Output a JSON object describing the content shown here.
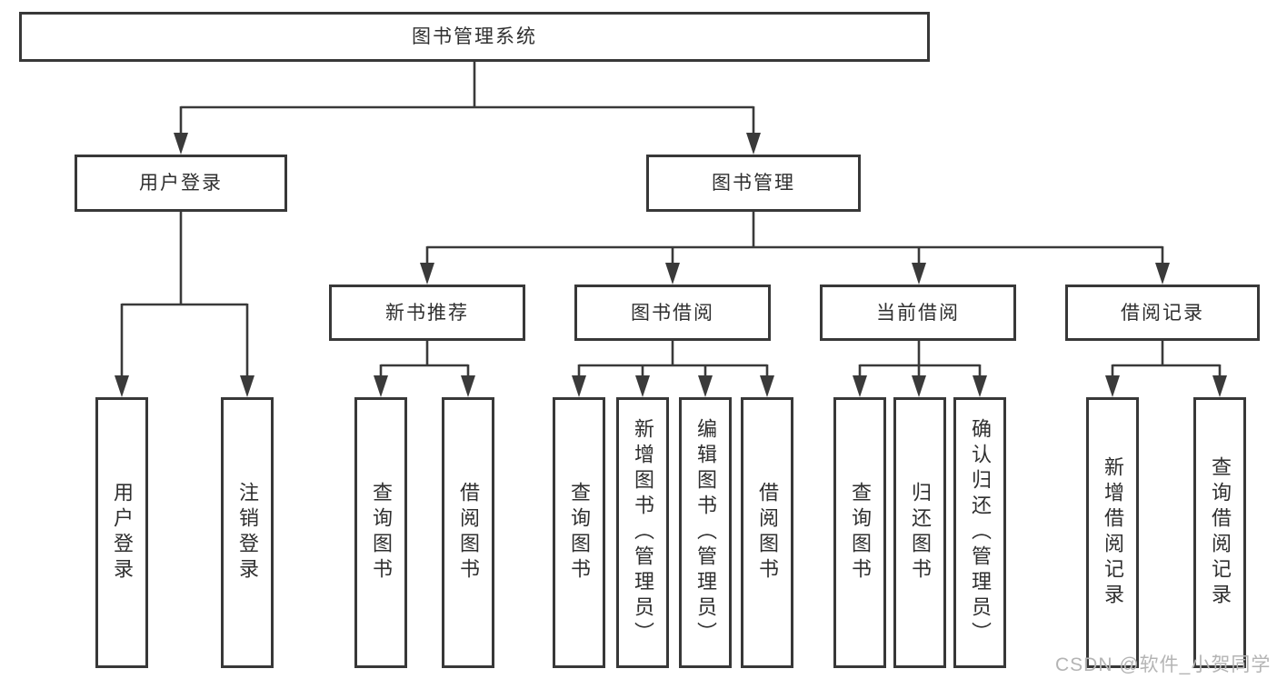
{
  "tree": {
    "label": "图书管理系统",
    "children": [
      {
        "label": "用户登录",
        "children": [
          {
            "label": "用户登录"
          },
          {
            "label": "注销登录"
          }
        ]
      },
      {
        "label": "图书管理",
        "children": [
          {
            "label": "新书推荐",
            "children": [
              {
                "label": "查询图书"
              },
              {
                "label": "借阅图书"
              }
            ]
          },
          {
            "label": "图书借阅",
            "children": [
              {
                "label": "查询图书"
              },
              {
                "label": "新增图书（管理员）"
              },
              {
                "label": "编辑图书（管理员）"
              },
              {
                "label": "借阅图书"
              }
            ]
          },
          {
            "label": "当前借阅",
            "children": [
              {
                "label": "查询图书"
              },
              {
                "label": "归还图书"
              },
              {
                "label": "确认归还（管理员）"
              }
            ]
          },
          {
            "label": "借阅记录",
            "children": [
              {
                "label": "新增借阅记录"
              },
              {
                "label": "查询借阅记录"
              }
            ]
          }
        ]
      }
    ]
  },
  "watermark": "CSDN @软件_小贺同学",
  "colors": {
    "line": "#3a3a3a",
    "box_border": "#383838",
    "text": "#2f2f2f",
    "watermark": "#b4b4b4",
    "background": "#ffffff"
  }
}
